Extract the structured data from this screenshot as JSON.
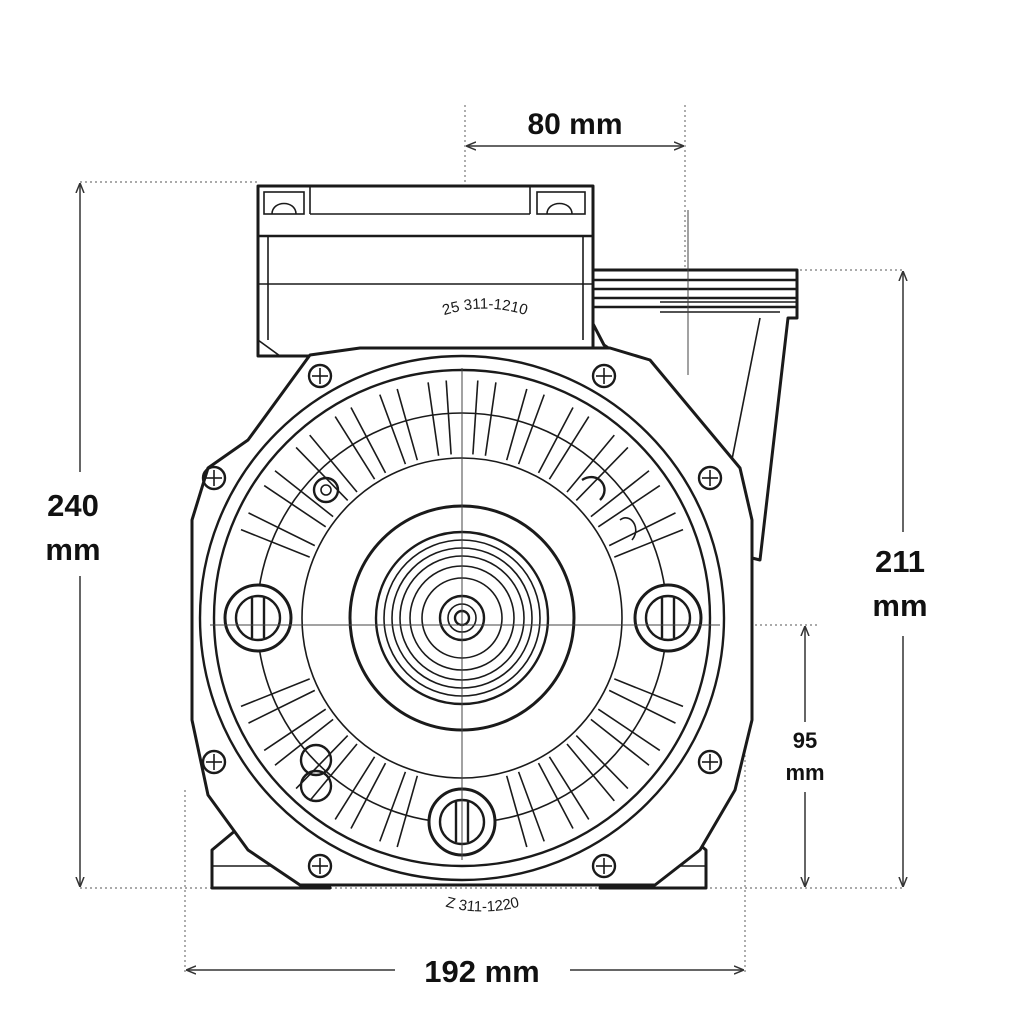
{
  "dimensions": {
    "top": "80 mm",
    "left_value": "240",
    "left_unit": "mm",
    "right_value": "211",
    "right_unit": "mm",
    "inner_value": "95",
    "inner_unit": "mm",
    "bottom": "192 mm"
  },
  "stamps": {
    "top": "25  311-1210",
    "bottom": "Z  311-1220"
  },
  "colors": {
    "line": "#1a1a1a",
    "background": "#ffffff"
  }
}
